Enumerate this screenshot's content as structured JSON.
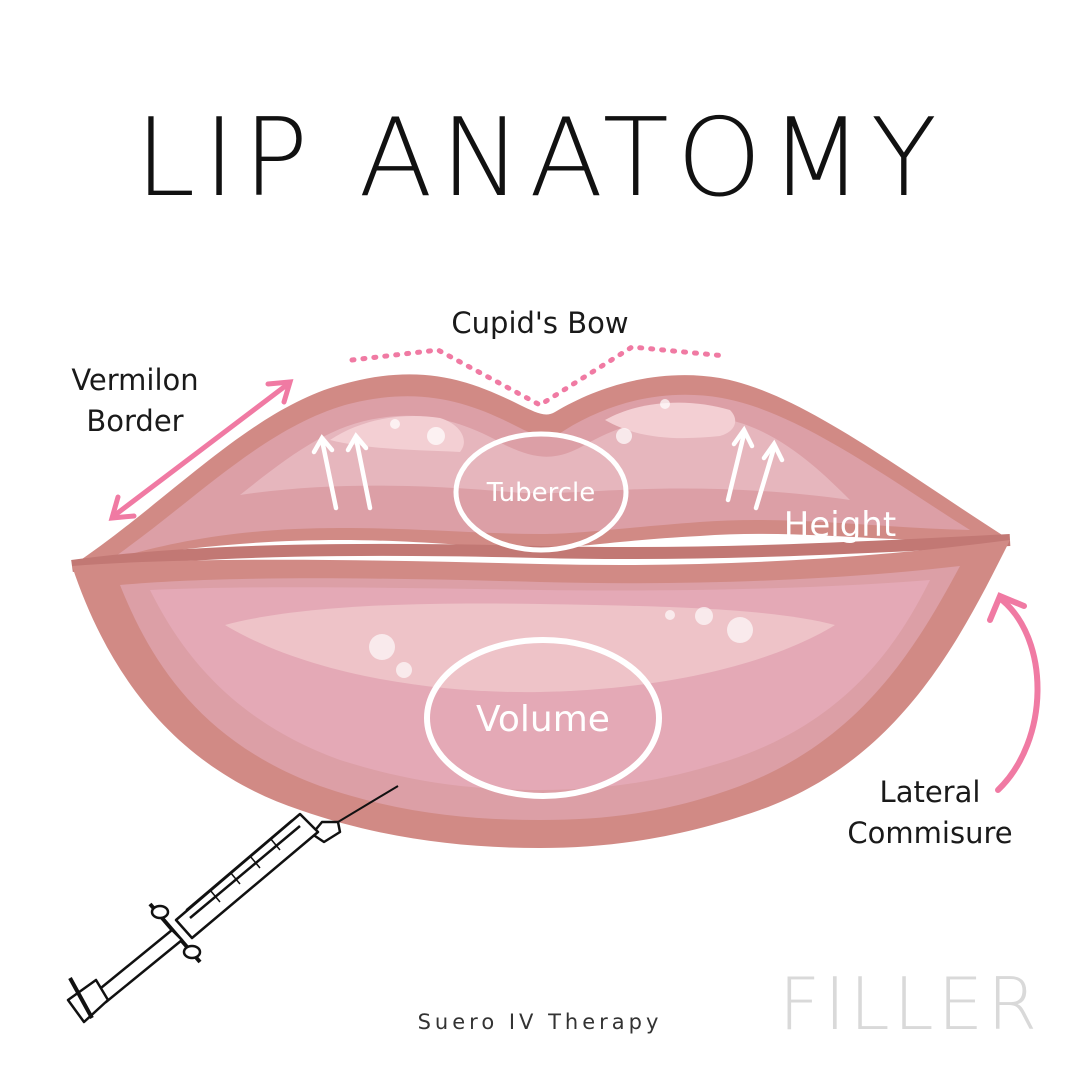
{
  "title": "LIP ANATOMY",
  "labels": {
    "cupids_bow": "Cupid's Bow",
    "vermilion_border": "Vermilon Border",
    "tubercle": "Tubercle",
    "height": "Height",
    "volume": "Volume",
    "lateral_commissure": "Lateral Commisure"
  },
  "footer": "Suero IV Therapy",
  "watermark": "FILLER",
  "colors": {
    "lip_outer": "#d18a85",
    "lip_mid": "#dc9fa6",
    "lip_inner": "#e6b6bd",
    "highlight": "#f3cfd3",
    "accent_arrow": "#f07aa3"
  },
  "icons": [
    "syringe-icon"
  ]
}
